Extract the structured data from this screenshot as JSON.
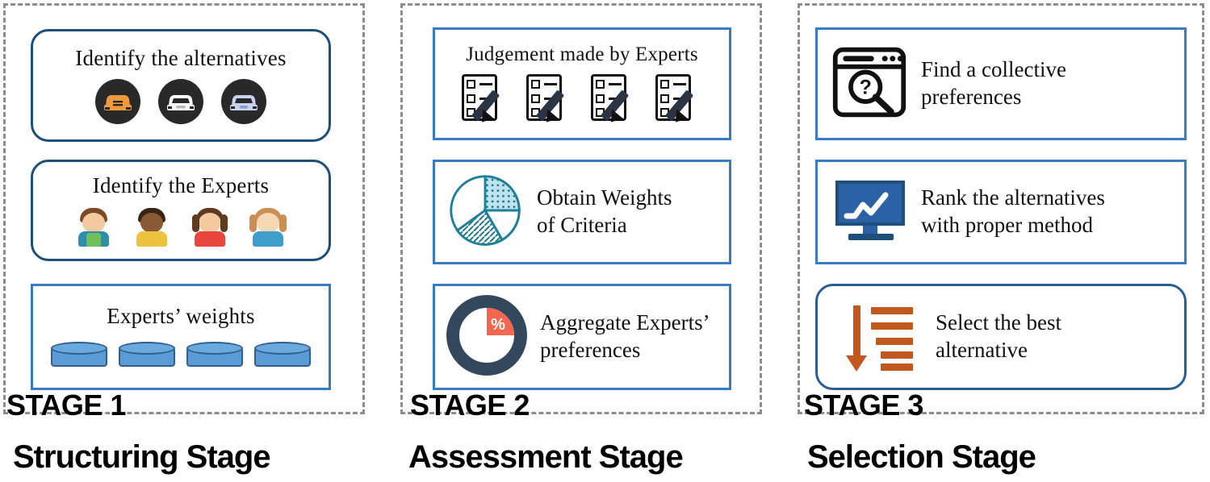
{
  "diagram": {
    "title_row": [
      {
        "caption": "Structuring Stage"
      },
      {
        "caption": "Assessment Stage"
      },
      {
        "caption": "Selection Stage"
      }
    ],
    "colors": {
      "dashed_border": "#8d8d8d",
      "round_card_border": "#1f4e79",
      "rect_card_border": "#3a7cc4",
      "cylinder_blue": "#5b9bd5",
      "monitor_blue": "#2a62a5",
      "sort_orange": "#c1581d",
      "donut_navy": "#33485c",
      "donut_accent": "#f4674f",
      "pie_teal": "#1d7f98",
      "car_orange": "#f0983c",
      "car_white": "#ffffff",
      "car_lavender": "#c7d2ee",
      "badge_dark": "#292929"
    },
    "stages": [
      {
        "tag": "STAGE 1",
        "caption": "Structuring Stage",
        "cards": [
          {
            "id": "identify-alternatives",
            "shape": "round",
            "layout": "title-over-icons",
            "title": "Identify the alternatives",
            "icons": [
              "car-icon-orange",
              "car-icon-white",
              "car-icon-lavender"
            ]
          },
          {
            "id": "identify-experts",
            "shape": "round",
            "layout": "title-over-icons",
            "title": "Identify the Experts",
            "icons": [
              "person-icon-boy-brown",
              "person-icon-boy-dark",
              "person-icon-girl-red",
              "person-icon-girl-blonde"
            ]
          },
          {
            "id": "experts-weights",
            "shape": "rect",
            "layout": "title-over-icons",
            "title": "Experts’ weights",
            "icons": [
              "cylinder-weight-icon",
              "cylinder-weight-icon",
              "cylinder-weight-icon",
              "cylinder-weight-icon"
            ]
          }
        ]
      },
      {
        "tag": "STAGE 2",
        "caption": "Assessment Stage",
        "cards": [
          {
            "id": "judgement-made-by-experts",
            "shape": "rect",
            "layout": "title-over-icons",
            "title": "Judgement made by Experts",
            "icons": [
              "checklist-pencil-icon",
              "checklist-pencil-icon",
              "checklist-pencil-icon",
              "checklist-pencil-icon"
            ]
          },
          {
            "id": "obtain-weights-of-criteria",
            "shape": "rect",
            "layout": "icon-left-text-right",
            "text_lines": [
              "Obtain Weights",
              "of Criteria"
            ],
            "icon": "pie-chart-icon"
          },
          {
            "id": "aggregate-experts-preferences",
            "shape": "rect",
            "layout": "icon-left-text-right",
            "text_lines": [
              "Aggregate Experts’",
              "preferences"
            ],
            "icon": "donut-percent-icon"
          }
        ]
      },
      {
        "tag": "STAGE 3",
        "caption": "Selection Stage",
        "cards": [
          {
            "id": "find-collective-preferences",
            "shape": "rect",
            "layout": "icon-left-text-right",
            "text_lines": [
              "Find a collective",
              "preferences"
            ],
            "icon": "browser-search-icon"
          },
          {
            "id": "rank-the-alternatives",
            "shape": "rect",
            "layout": "icon-left-text-right",
            "text_lines": [
              "Rank the alternatives",
              "with proper method"
            ],
            "icon": "monitor-chart-icon"
          },
          {
            "id": "select-the-best-alternative",
            "shape": "round",
            "layout": "icon-left-text-right",
            "text_lines": [
              "Select the best",
              "alternative"
            ],
            "icon": "sort-descending-icon"
          }
        ]
      }
    ]
  }
}
